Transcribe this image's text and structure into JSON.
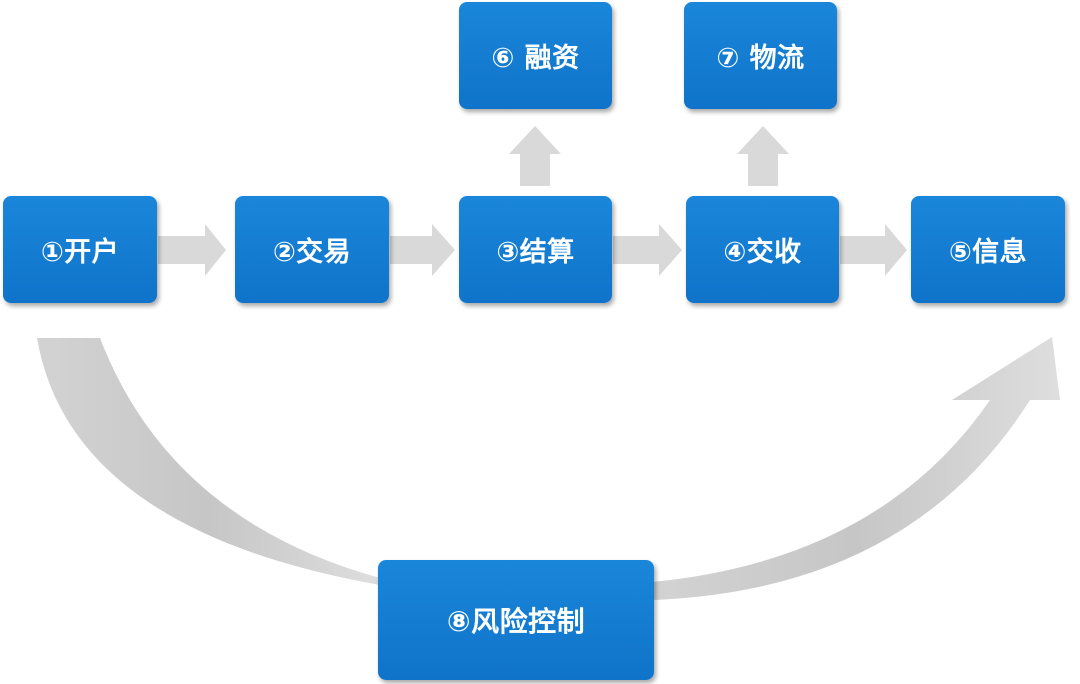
{
  "nodes": {
    "open_account": "①开户",
    "trade": "②交易",
    "settlement": "③结算",
    "delivery": "④交收",
    "information": "⑤信息",
    "financing": "⑥ 融资",
    "logistics": "⑦ 物流",
    "risk_control": "⑧风险控制"
  },
  "colors": {
    "box_fill": "#1178cd",
    "box_text": "#ffffff",
    "arrow_fill": "#d9d9d9",
    "arc_fill": "#cfcfcf"
  }
}
